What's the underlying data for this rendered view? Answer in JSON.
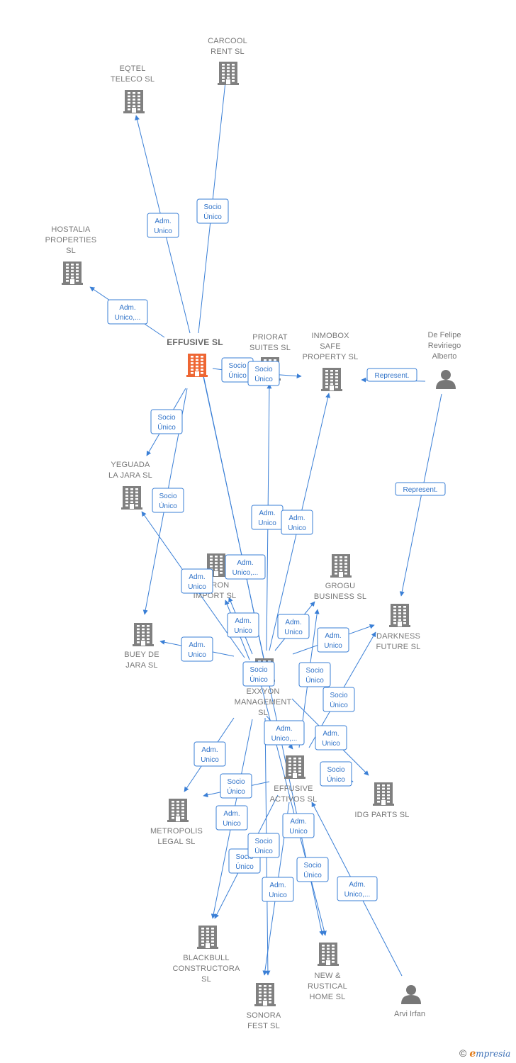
{
  "colors": {
    "edge": "#3a7fd6",
    "building": "#808080",
    "main_building": "#ee6633",
    "person": "#777777"
  },
  "nodes": [
    {
      "id": "effusive",
      "type": "company",
      "main": true,
      "lines": [
        "EFFUSIVE  SL"
      ]
    },
    {
      "id": "carcool",
      "type": "company",
      "lines": [
        "CARCOOL",
        "RENT  SL"
      ]
    },
    {
      "id": "eqtel",
      "type": "company",
      "lines": [
        "EQTEL",
        "TELECO  SL"
      ]
    },
    {
      "id": "hostalia",
      "type": "company",
      "lines": [
        "HOSTALIA",
        "PROPERTIES",
        "SL"
      ]
    },
    {
      "id": "priorat",
      "type": "company",
      "lines": [
        "PRIORAT",
        "SUITES  SL"
      ]
    },
    {
      "id": "inmobox",
      "type": "company",
      "lines": [
        "INMOBOX",
        "SAFE",
        "PROPERTY  SL"
      ]
    },
    {
      "id": "defelipe",
      "type": "person",
      "lines": [
        "De Felipe",
        "Reviriego",
        "Alberto"
      ]
    },
    {
      "id": "yeguada",
      "type": "company",
      "lines": [
        "YEGUADA",
        "LA JARA  SL"
      ]
    },
    {
      "id": "heron",
      "type": "company",
      "lines": [
        "HERON",
        "IMPORT  SL"
      ]
    },
    {
      "id": "grogu",
      "type": "company",
      "lines": [
        "GROGU",
        "BUSINESS  SL"
      ]
    },
    {
      "id": "darkness",
      "type": "company",
      "lines": [
        "DARKNESS",
        "FUTURE  SL"
      ]
    },
    {
      "id": "buey",
      "type": "company",
      "lines": [
        "BUEY DE",
        "JARA  SL"
      ]
    },
    {
      "id": "exxyon",
      "type": "company",
      "lines": [
        "EXXYON",
        "MANAGEMENT",
        "SL"
      ]
    },
    {
      "id": "effusiveactivos",
      "type": "company",
      "lines": [
        "EFFUSIVE",
        "ACTIVOS  SL"
      ]
    },
    {
      "id": "idg",
      "type": "company",
      "lines": [
        "IDG PARTS  SL"
      ]
    },
    {
      "id": "metropolis",
      "type": "company",
      "lines": [
        "METROPOLIS",
        "LEGAL  SL"
      ]
    },
    {
      "id": "blackbull",
      "type": "company",
      "lines": [
        "BLACKBULL",
        "CONSTRUCTORA",
        "SL"
      ]
    },
    {
      "id": "newrustical",
      "type": "company",
      "lines": [
        "NEW &",
        "RUSTICAL",
        "HOME  SL"
      ]
    },
    {
      "id": "sonora",
      "type": "company",
      "lines": [
        "SONORA",
        "FEST  SL"
      ]
    },
    {
      "id": "arvi",
      "type": "person",
      "lines": [
        "Arvi Irfan"
      ]
    }
  ],
  "edges": [
    {
      "from": "effusive",
      "to": "carcool",
      "label": [
        "Socio",
        "Único"
      ]
    },
    {
      "from": "effusive",
      "to": "eqtel",
      "label": [
        "Adm.",
        "Unico"
      ]
    },
    {
      "from": "effusive",
      "to": "hostalia",
      "label": [
        "Adm.",
        "Unico,..."
      ]
    },
    {
      "from": "effusive",
      "to": "priorat",
      "label": [
        "Socio",
        "Único"
      ]
    },
    {
      "from": "effusive",
      "to": "inmobox",
      "label": [
        "Socio",
        "Único"
      ]
    },
    {
      "from": "defelipe",
      "to": "inmobox",
      "label": [
        "Represent."
      ]
    },
    {
      "from": "defelipe",
      "to": "darkness",
      "label": [
        "Represent."
      ]
    },
    {
      "from": "effusive",
      "to": "yeguada",
      "label": [
        "Socio",
        "Único"
      ]
    },
    {
      "from": "effusive",
      "to": "buey",
      "label": [
        "Socio",
        "Único"
      ]
    },
    {
      "from": "exxyon",
      "to": "priorat",
      "label": [
        "Adm.",
        "Unico"
      ]
    },
    {
      "from": "exxyon",
      "to": "inmobox",
      "label": [
        "Adm.",
        "Unico"
      ]
    },
    {
      "from": "exxyon",
      "to": "yeguada",
      "label": [
        "Adm.",
        "Unico"
      ]
    },
    {
      "from": "exxyon",
      "to": "heron",
      "label": [
        "Adm.",
        "Unico,..."
      ]
    },
    {
      "from": "exxyon",
      "to": "heron",
      "label": [
        "Adm.",
        "Unico"
      ]
    },
    {
      "from": "exxyon",
      "to": "grogu",
      "label": [
        "Adm.",
        "Unico"
      ]
    },
    {
      "from": "exxyon",
      "to": "darkness",
      "label": [
        "Adm.",
        "Unico"
      ]
    },
    {
      "from": "exxyon",
      "to": "buey",
      "label": [
        "Adm.",
        "Unico"
      ]
    },
    {
      "from": "exxyon",
      "to": "effusive",
      "label": [
        "Socio",
        "Único"
      ]
    },
    {
      "from": "effusiveactivos",
      "to": "grogu",
      "label": [
        "Socio",
        "Único"
      ]
    },
    {
      "from": "effusiveactivos",
      "to": "darkness",
      "label": [
        "Socio",
        "Único"
      ]
    },
    {
      "from": "exxyon",
      "to": "effusiveactivos",
      "label": [
        "Adm.",
        "Unico,..."
      ]
    },
    {
      "from": "exxyon",
      "to": "idg",
      "label": [
        "Adm.",
        "Unico"
      ]
    },
    {
      "from": "effusiveactivos",
      "to": "idg",
      "label": [
        "Socio",
        "Único"
      ]
    },
    {
      "from": "exxyon",
      "to": "metropolis",
      "label": [
        "Adm.",
        "Unico"
      ]
    },
    {
      "from": "effusiveactivos",
      "to": "metropolis",
      "label": [
        "Socio",
        "Único"
      ]
    },
    {
      "from": "exxyon",
      "to": "blackbull",
      "label": [
        "Adm.",
        "Unico"
      ]
    },
    {
      "from": "effusiveactivos",
      "to": "blackbull",
      "label": [
        "Socio",
        "Único"
      ]
    },
    {
      "from": "effusiveactivos",
      "to": "sonora",
      "label": [
        "Adm.",
        "Unico"
      ]
    },
    {
      "from": "exxyon",
      "to": "newrustical",
      "label": [
        "Adm.",
        "Unico"
      ]
    },
    {
      "from": "effusive",
      "to": "newrustical",
      "label": [
        "Socio",
        "Único"
      ]
    },
    {
      "from": "exxyon",
      "to": "sonora",
      "label": [
        "Socio",
        "Único"
      ]
    },
    {
      "from": "arvi",
      "to": "effusiveactivos",
      "label": [
        "Adm.",
        "Unico,..."
      ]
    }
  ],
  "footer": {
    "symbol": "©",
    "brand_initial": "e",
    "brand_rest": "mpresia"
  }
}
